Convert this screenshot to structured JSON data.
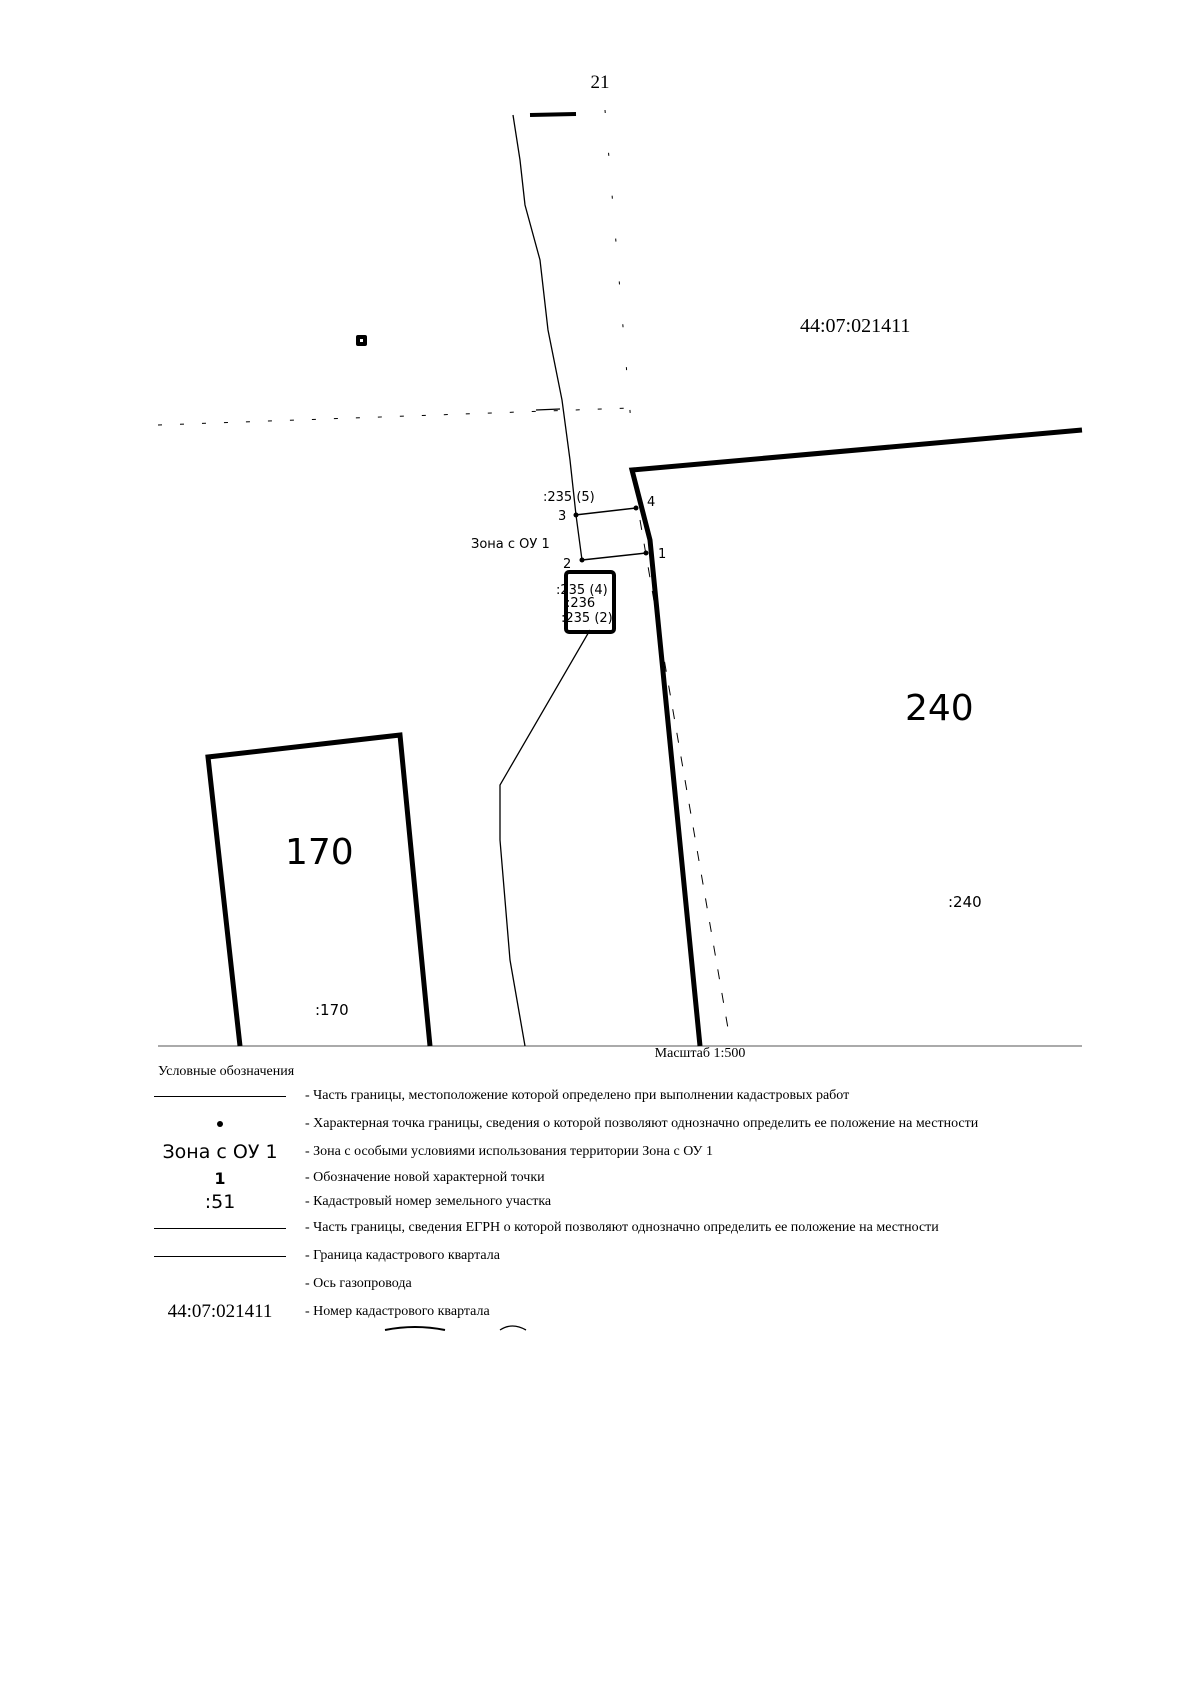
{
  "page": {
    "number": "21"
  },
  "map": {
    "quarter_label": "44:07:021411",
    "parcels": [
      {
        "big_label": "240",
        "small_label": ":240"
      },
      {
        "big_label": "170",
        "small_label": ":170"
      }
    ],
    "point_labels": {
      "p1": "1",
      "p2": "2",
      "p3": "3",
      "p4": "4"
    },
    "part_labels": [
      ":235 (5)",
      ":235 (4)",
      ":236",
      ":235 (2)"
    ],
    "zone_label": "Зона с ОУ 1",
    "scale_caption": "Масштаб 1:500"
  },
  "legend": {
    "title": "Условные обозначения",
    "items": [
      {
        "symbol": "line",
        "description": "- Часть границы, местоположение которой определено при выполнении кадастровых работ"
      },
      {
        "symbol": "dot",
        "description": "- Характерная точка границы, сведения о которой позволяют однозначно определить ее положение на местности"
      },
      {
        "symbol_text": "Зона с ОУ 1",
        "description": "- Зона с особыми условиями использования территории Зона с ОУ 1"
      },
      {
        "symbol_text": "1",
        "description": "- Обозначение новой характерной точки"
      },
      {
        "symbol_text": ":51",
        "description": "- Кадастровый номер земельного участка"
      },
      {
        "symbol": "line",
        "description": "- Часть границы, сведения ЕГРН о которой позволяют однозначно определить ее положение на местности"
      },
      {
        "symbol": "line",
        "description": "- Граница кадастрового квартала"
      },
      {
        "symbol": "none",
        "description": "- Ось газопровода"
      },
      {
        "symbol_text": "44:07:021411",
        "description": "- Номер кадастрового квартала"
      }
    ]
  }
}
